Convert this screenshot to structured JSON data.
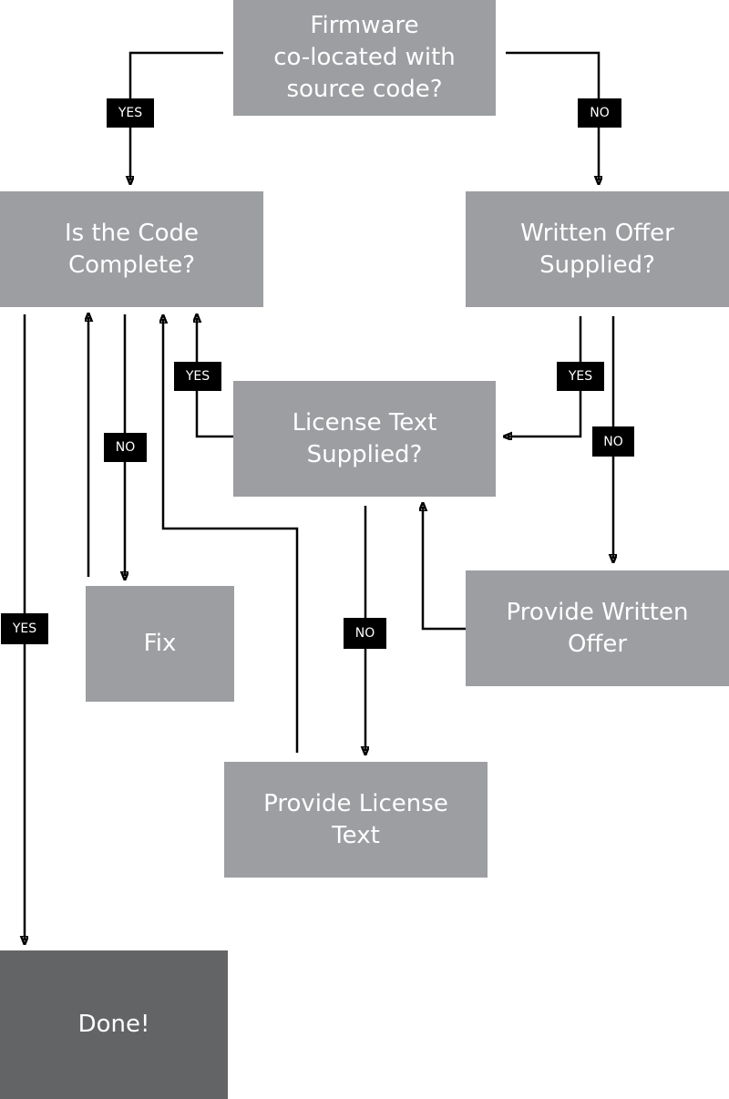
{
  "colors": {
    "node": "#9d9ea2",
    "terminal": "#636466",
    "text": "#ffffff",
    "label_bg": "#000000",
    "line": "#000000"
  },
  "nodes": {
    "firmware": "Firmware\nco-located with\nsource code?",
    "code_complete": "Is the Code\nComplete?",
    "written_offer": "Written Offer\nSupplied?",
    "license_text": "License Text\nSupplied?",
    "fix": "Fix",
    "provide_written_offer": "Provide Written\nOffer",
    "provide_license_text": "Provide License\nText",
    "done": "Done!"
  },
  "edge_labels": {
    "firmware_yes": "YES",
    "firmware_no": "NO",
    "license_yes": "YES",
    "code_no": "NO",
    "offer_yes": "YES",
    "offer_no": "NO",
    "license_no": "NO",
    "code_yes": "YES"
  }
}
